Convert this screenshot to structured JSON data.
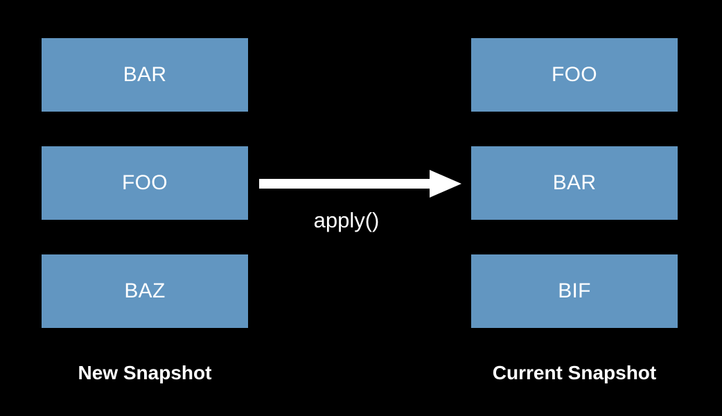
{
  "canvas": {
    "background_color": "#000000",
    "node_fill_color": "#6296c1",
    "text_color": "#ffffff",
    "arrow_color": "#ffffff"
  },
  "columns": [
    {
      "id": "new-snapshot",
      "caption": "New Snapshot",
      "nodes": [
        {
          "label": "BAR"
        },
        {
          "label": "FOO"
        },
        {
          "label": "BAZ"
        }
      ]
    },
    {
      "id": "current-snapshot",
      "caption": "Current Snapshot",
      "nodes": [
        {
          "label": "FOO"
        },
        {
          "label": "BAR"
        },
        {
          "label": "BIF"
        }
      ]
    }
  ],
  "connector": {
    "label": "apply()",
    "icon": "arrow-right-icon",
    "direction": "left-to-right"
  }
}
